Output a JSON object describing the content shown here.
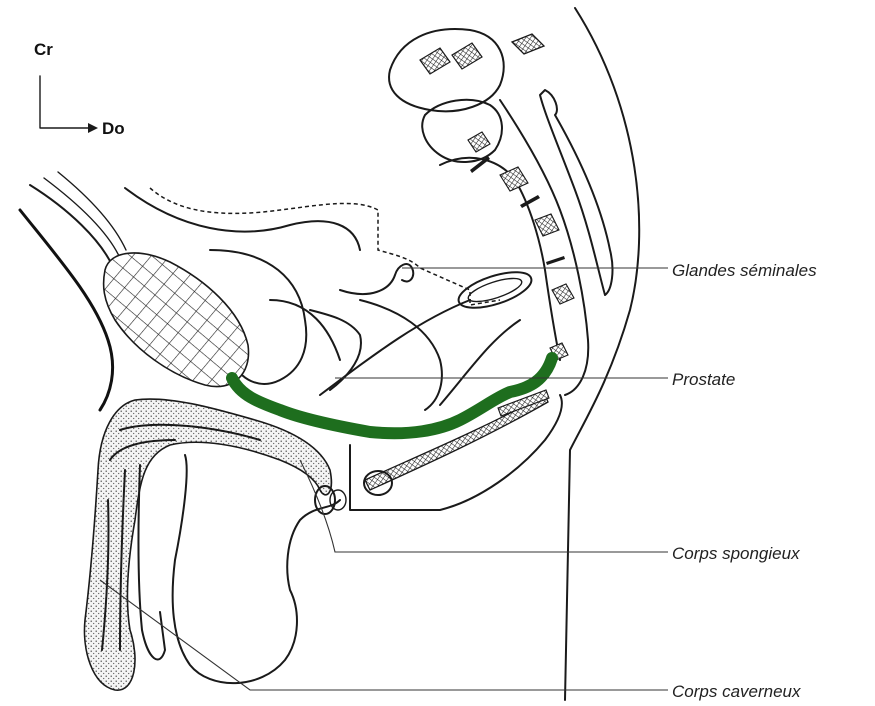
{
  "orientation": {
    "vertical": "Cr",
    "horizontal": "Do"
  },
  "labels": {
    "seminal_glands": "Glandes séminales",
    "prostate": "Prostate",
    "spongy_body": "Corps spongieux",
    "cavernous_body": "Corps caverneux"
  },
  "highlight": {
    "color": "#1e6e1e",
    "structure": "urethra"
  }
}
